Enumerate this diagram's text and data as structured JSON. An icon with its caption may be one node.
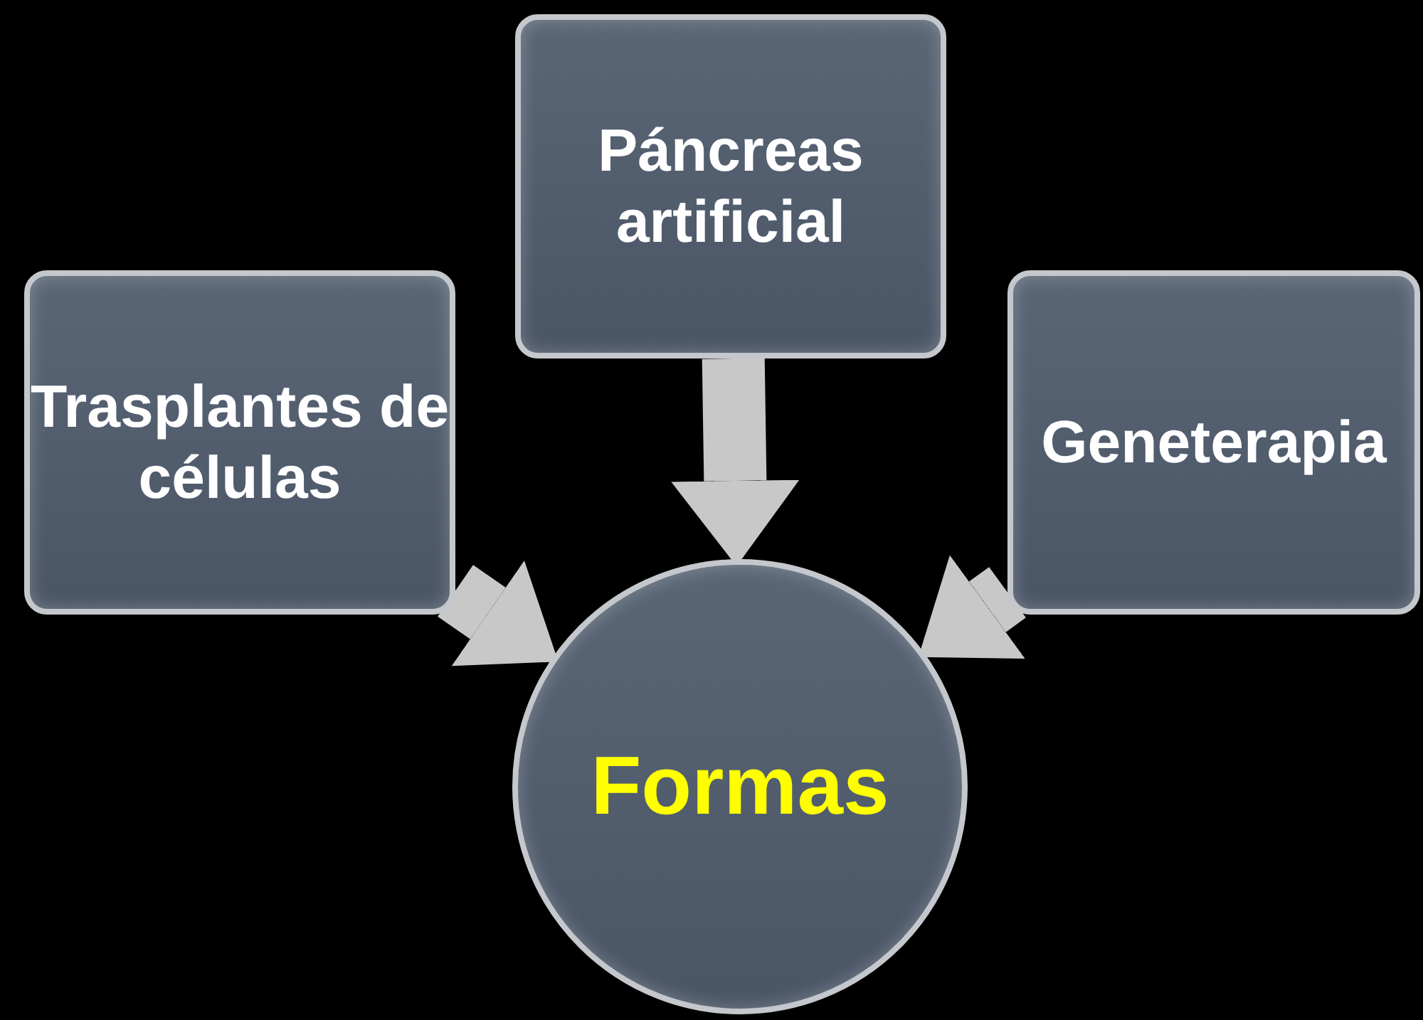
{
  "diagram": {
    "nodes": [
      {
        "text": [
          "Páncreas artificial"
        ]
      },
      {
        "text": [
          "Trasplantes de células"
        ]
      },
      {
        "text": [
          "Geneterapia"
        ]
      },
      {
        "text": [
          "Formas"
        ]
      }
    ],
    "edges": [
      {
        "from": 0,
        "to": 3,
        "arrow": "to"
      },
      {
        "from": 1,
        "to": 3,
        "arrow": "to"
      },
      {
        "from": 2,
        "to": 3,
        "arrow": "to"
      }
    ]
  }
}
